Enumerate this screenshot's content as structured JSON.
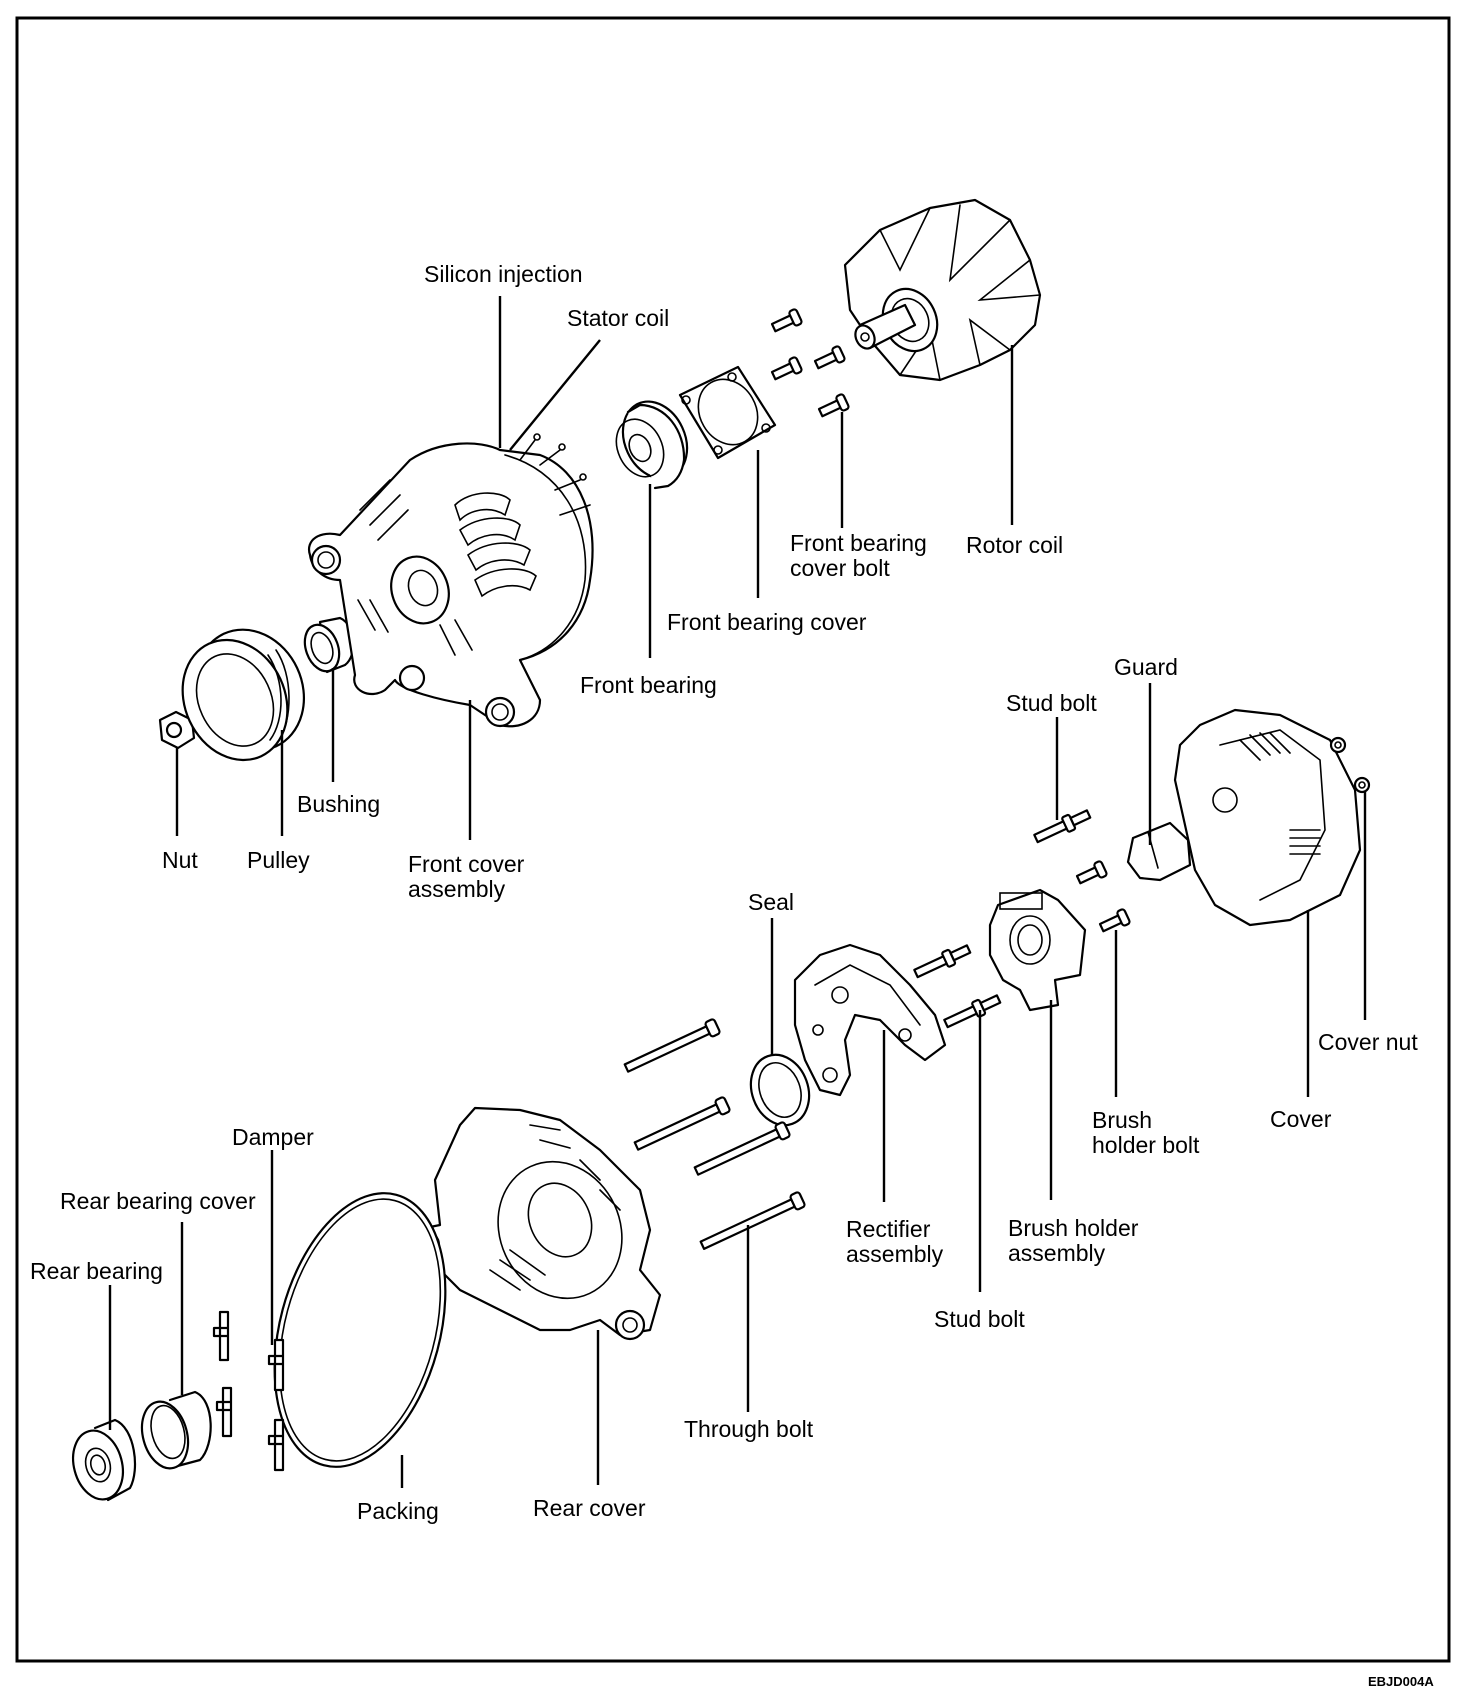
{
  "diagram": {
    "subject": "Alternator exploded view",
    "figure_code": "EBJD004A",
    "colors": {
      "line": "#000000",
      "background": "#ffffff"
    },
    "labels": {
      "silicon_injection": "Silicon injection",
      "stator_coil": "Stator coil",
      "front_bearing_cover_bolt_1": "Front bearing",
      "front_bearing_cover_bolt_2": "cover bolt",
      "rotor_coil": "Rotor coil",
      "front_bearing_cover": "Front bearing cover",
      "front_bearing": "Front bearing",
      "guard": "Guard",
      "stud_bolt_top": "Stud bolt",
      "nut": "Nut",
      "pulley": "Pulley",
      "bushing": "Bushing",
      "front_cover_assembly_1": "Front cover",
      "front_cover_assembly_2": "assembly",
      "seal": "Seal",
      "cover_nut": "Cover nut",
      "cover": "Cover",
      "brush_holder_bolt_1": "Brush",
      "brush_holder_bolt_2": "holder bolt",
      "damper": "Damper",
      "rear_bearing_cover": "Rear bearing cover",
      "rear_bearing": "Rear bearing",
      "rectifier_assembly_1": "Rectifier",
      "rectifier_assembly_2": "assembly",
      "brush_holder_assembly_1": "Brush holder",
      "brush_holder_assembly_2": "assembly",
      "stud_bolt_bottom": "Stud bolt",
      "through_bolt": "Through bolt",
      "packing": "Packing",
      "rear_cover": "Rear cover"
    }
  }
}
